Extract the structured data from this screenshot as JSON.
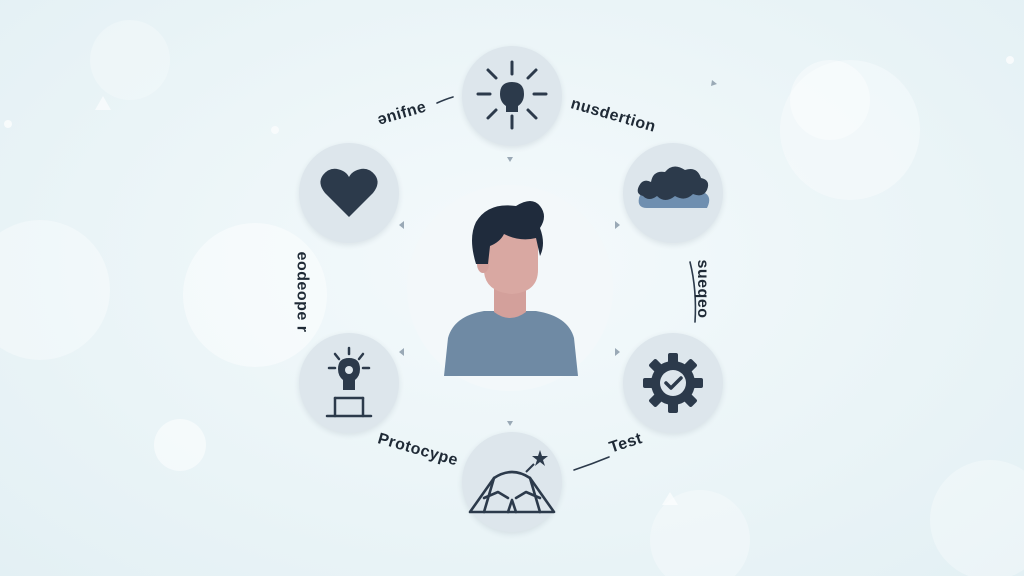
{
  "colors": {
    "node_fill": "#dde6ec",
    "icon_dark": "#2c3a4b",
    "accent_blue": "#6f8fb0",
    "person_skin": "#d9a8a2",
    "person_shirt": "#6f8aa4",
    "person_hair": "#1f2b3c",
    "background": "#eaf4f7"
  },
  "center": {
    "icon": "person-avatar-icon"
  },
  "nodes": [
    {
      "id": "top",
      "icon": "lightbulb-icon"
    },
    {
      "id": "upper-left",
      "icon": "heart-icon"
    },
    {
      "id": "upper-right",
      "icon": "cloud-icon"
    },
    {
      "id": "lower-left",
      "icon": "bulb-on-pedestal-icon"
    },
    {
      "id": "lower-right",
      "icon": "gear-check-icon"
    },
    {
      "id": "bottom",
      "icon": "tent-map-icon"
    }
  ],
  "labels": {
    "top_left": "ənifne",
    "top_right": "nusdertion",
    "left": "ɹ ǝdoǝpoǝ",
    "right": "sueqeo",
    "bottom_left": "Protocype",
    "bottom_right": "Test"
  }
}
